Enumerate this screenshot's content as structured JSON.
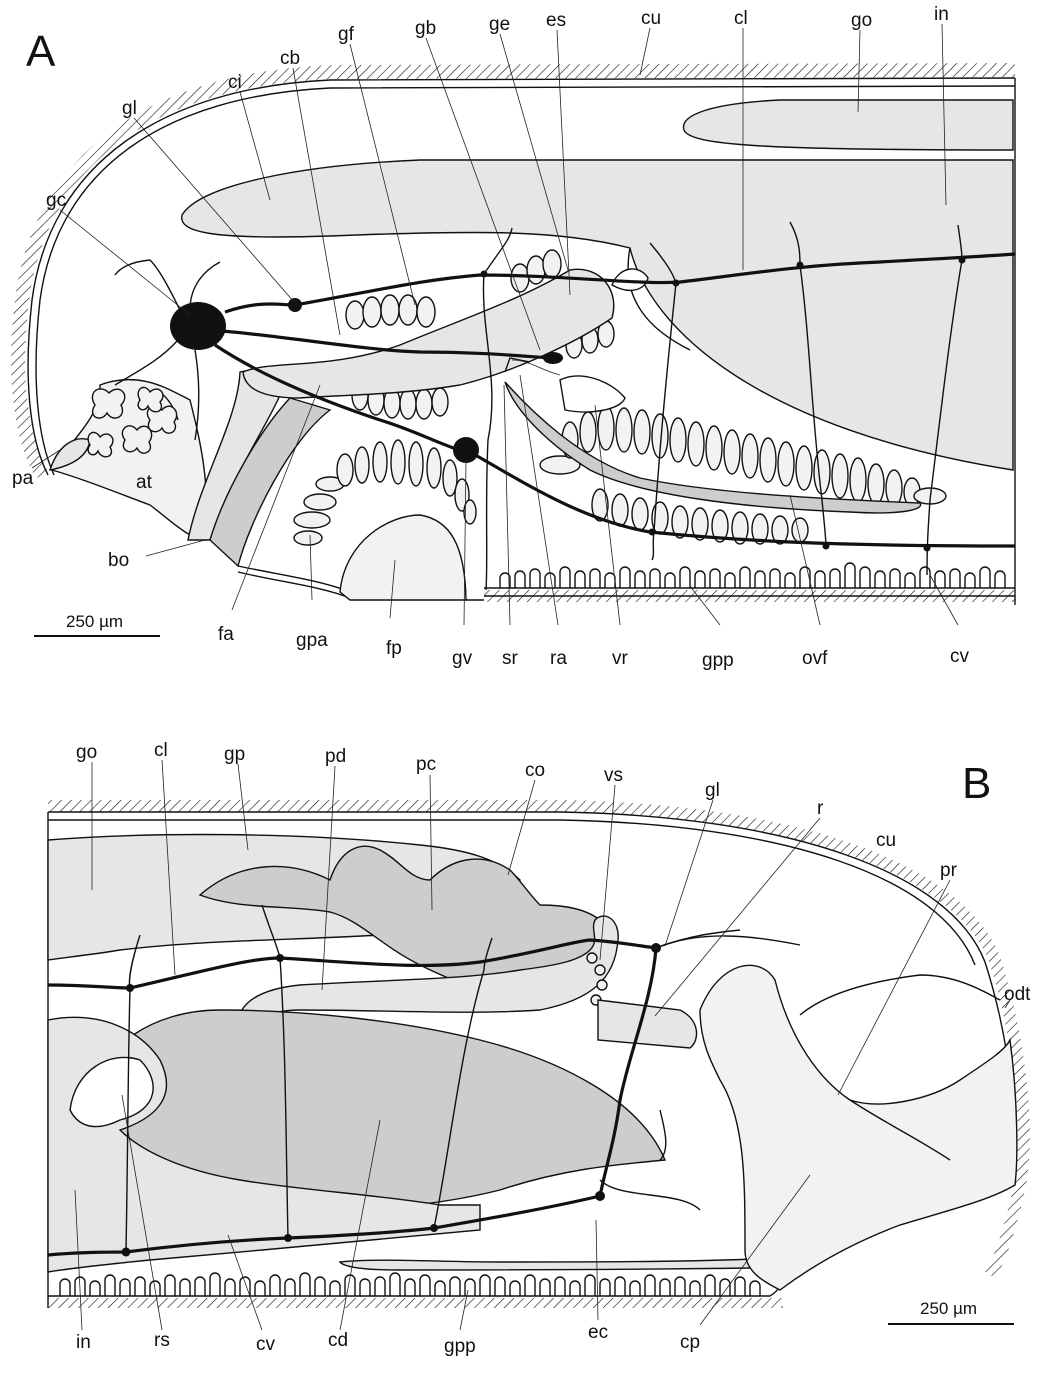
{
  "panels": {
    "a": {
      "letter": "A",
      "scale_bar": "250 µm"
    },
    "b": {
      "letter": "B",
      "scale_bar": "250 µm"
    }
  },
  "labels_a": {
    "cu": "cu",
    "cl": "cl",
    "go": "go",
    "in": "in",
    "es": "es",
    "ge": "ge",
    "gb": "gb",
    "gf": "gf",
    "cb": "cb",
    "ci": "ci",
    "gl": "gl",
    "gc": "gc",
    "at": "at",
    "pa": "pa",
    "bo": "bo",
    "fa": "fa",
    "gpa": "gpa",
    "fp": "fp",
    "gv": "gv",
    "sr": "sr",
    "ra": "ra",
    "vr": "vr",
    "gpp": "gpp",
    "ovf": "ovf",
    "cv": "cv"
  },
  "labels_b": {
    "go": "go",
    "cl": "cl",
    "gp": "gp",
    "pd": "pd",
    "pc": "pc",
    "co": "co",
    "vs": "vs",
    "gl": "gl",
    "r": "r",
    "cu": "cu",
    "pr": "pr",
    "odt": "odt",
    "in": "in",
    "rs": "rs",
    "cv": "cv",
    "cd": "cd",
    "gpp": "gpp",
    "ec": "ec",
    "cp": "cp"
  },
  "colors": {
    "outline": "#111111",
    "light_gray": "#e6e6e6",
    "mid_gray": "#cdcdcd",
    "pale_gray": "#f2f2f2",
    "background": "#ffffff"
  }
}
